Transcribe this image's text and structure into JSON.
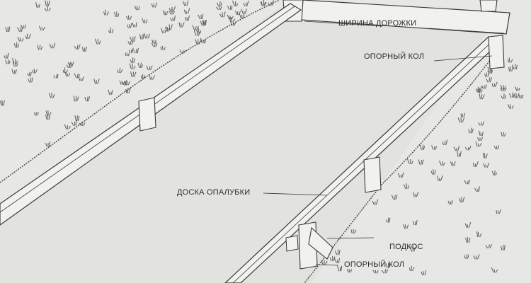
{
  "labels": {
    "path_width": "ШИРИНА ДОРОЖКИ",
    "support_stake_top": "ОПОРНЫЙ КОЛ",
    "formwork_board": "ДОСКА ОПАЛУБКИ",
    "brace": "ПОДКОС",
    "support_stake_bottom": "ОПОРНЫЙ КОЛ"
  },
  "colors": {
    "background": "#e7e7e5",
    "ink": "#3a3a3a",
    "board_fill": "#f1f1ef",
    "path_fill": "#e2e2df"
  }
}
